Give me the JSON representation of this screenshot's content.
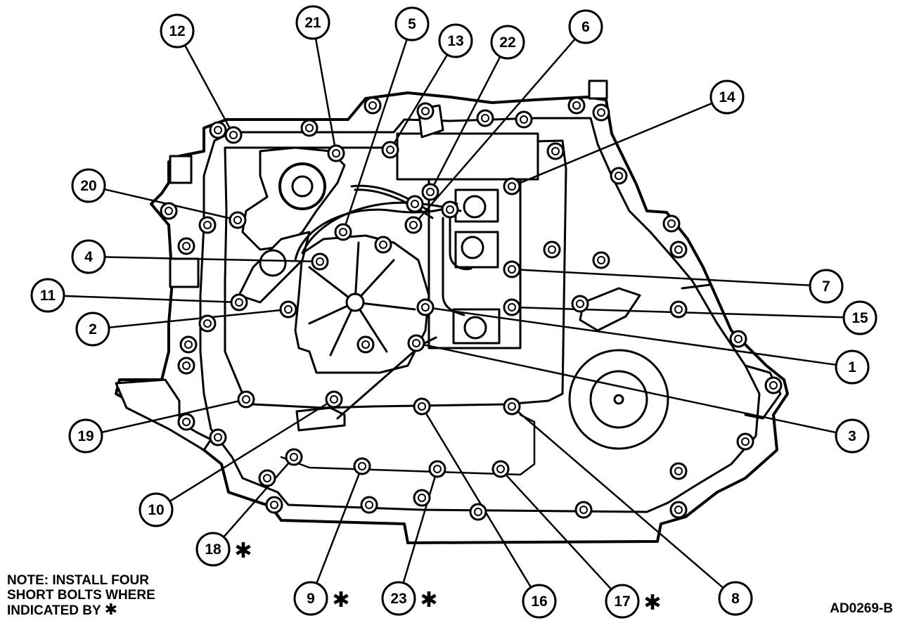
{
  "note": {
    "line1": "NOTE: INSTALL FOUR",
    "line2": "SHORT BOLTS WHERE",
    "line3": "INDICATED BY",
    "symbol": "✱"
  },
  "figure_id": "AD0269-B",
  "callouts": [
    {
      "label": "12",
      "short_bolt": false
    },
    {
      "label": "21",
      "short_bolt": false
    },
    {
      "label": "5",
      "short_bolt": false
    },
    {
      "label": "13",
      "short_bolt": false
    },
    {
      "label": "22",
      "short_bolt": false
    },
    {
      "label": "6",
      "short_bolt": false
    },
    {
      "label": "14",
      "short_bolt": false
    },
    {
      "label": "20",
      "short_bolt": false
    },
    {
      "label": "4",
      "short_bolt": false
    },
    {
      "label": "11",
      "short_bolt": false
    },
    {
      "label": "2",
      "short_bolt": false
    },
    {
      "label": "7",
      "short_bolt": false
    },
    {
      "label": "15",
      "short_bolt": false
    },
    {
      "label": "1",
      "short_bolt": false
    },
    {
      "label": "3",
      "short_bolt": false
    },
    {
      "label": "19",
      "short_bolt": false
    },
    {
      "label": "10",
      "short_bolt": false
    },
    {
      "label": "18",
      "short_bolt": true
    },
    {
      "label": "9",
      "short_bolt": true
    },
    {
      "label": "23",
      "short_bolt": true
    },
    {
      "label": "16",
      "short_bolt": false
    },
    {
      "label": "17",
      "short_bolt": true
    },
    {
      "label": "8",
      "short_bolt": false
    }
  ]
}
